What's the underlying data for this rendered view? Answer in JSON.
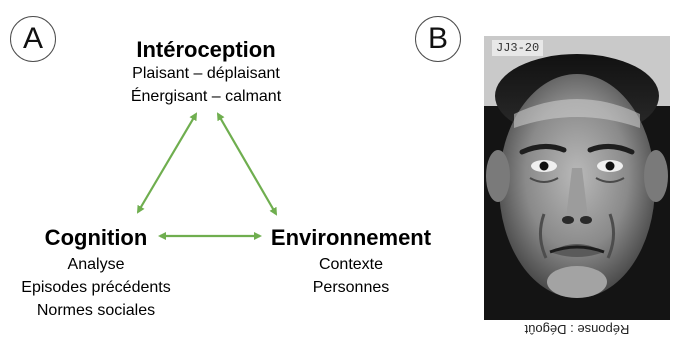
{
  "panels": {
    "a": "A",
    "b": "B"
  },
  "nodes": {
    "interoception": {
      "title": "Intéroception",
      "lines": [
        "Plaisant – déplaisant",
        "Énergisant – calmant"
      ]
    },
    "cognition": {
      "title": "Cognition",
      "lines": [
        "Analyse",
        "Episodes précédents",
        "Normes sociales"
      ]
    },
    "environnement": {
      "title": "Environnement",
      "lines": [
        "Contexte",
        "Personnes"
      ]
    }
  },
  "photo": {
    "tag": "JJ3-20",
    "caption": "Réponse : Dégoût"
  },
  "colors": {
    "arrow": "#6fae4f",
    "circle_border": "#4d4d4d"
  }
}
